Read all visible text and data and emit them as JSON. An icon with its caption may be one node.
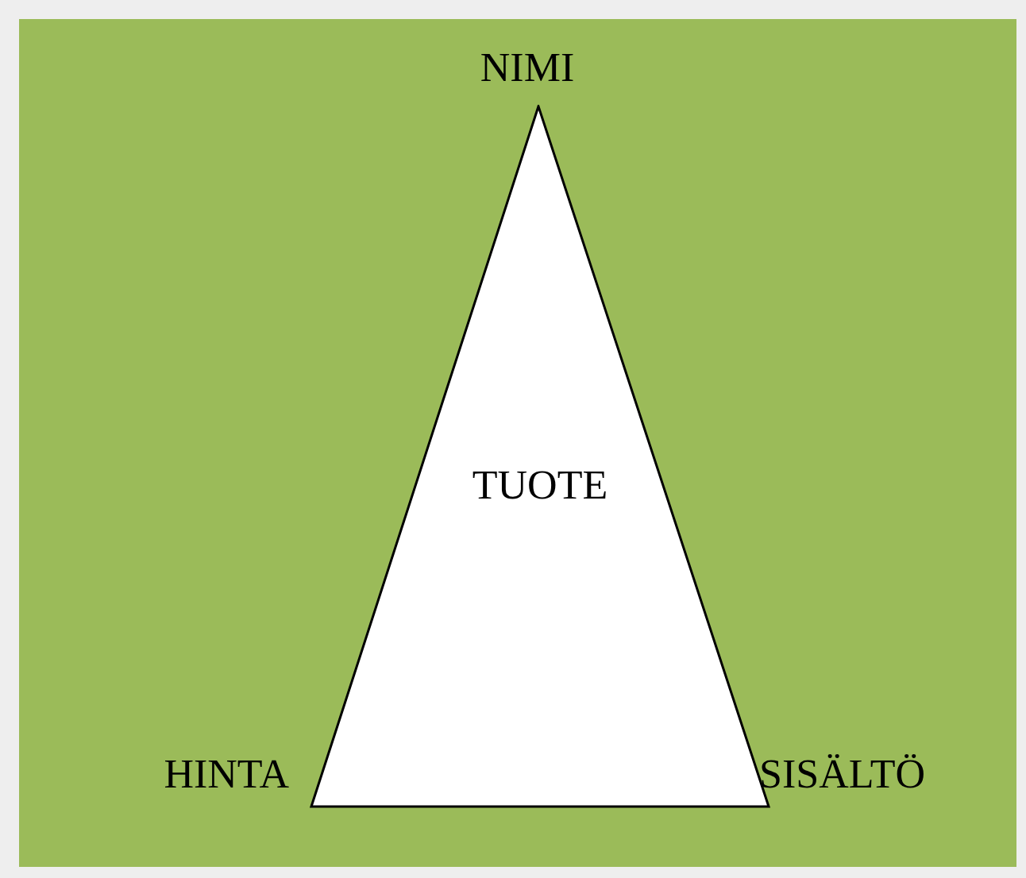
{
  "diagram": {
    "nodes": [
      {
        "text": [
          "TUOTE"
        ],
        "beside": [
          "NIMI",
          "HINTA",
          "SISÄLTÖ"
        ]
      }
    ]
  }
}
